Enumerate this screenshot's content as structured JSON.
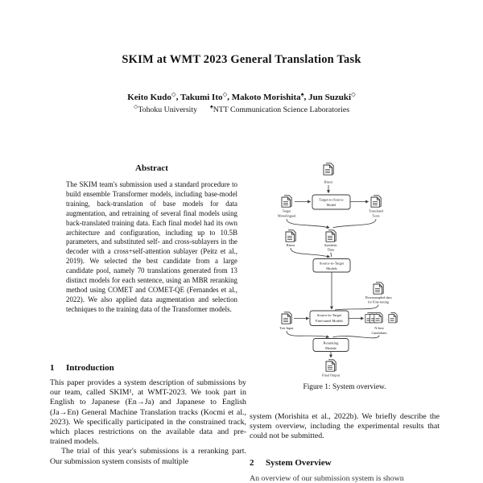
{
  "paper": {
    "title": "SKIM at WMT 2023 General Translation Task",
    "author_sep": ", ",
    "authors": [
      {
        "name": "Keito Kudo",
        "symbol": "◇"
      },
      {
        "name": "Takumi Ito",
        "symbol": "◇"
      },
      {
        "name": "Makoto Morishita",
        "symbol": "♠"
      },
      {
        "name": "Jun Suzuki",
        "symbol": "◇"
      }
    ],
    "affiliations": [
      {
        "symbol": "◇",
        "name": "Tohoku University"
      },
      {
        "symbol": "♠",
        "name": "NTT Communication Science Laboratories"
      }
    ]
  },
  "abstract": {
    "heading": "Abstract",
    "text": "The SKIM team's submission used a standard procedure to build ensemble Transformer models, including base-model training, back-translation of base models for data augmentation, and retraining of several final models using back-translated training data. Each final model had its own architecture and configuration, including up to 10.5B parameters, and substituted self- and cross-sublayers in the decoder with a cross+self-attention sublayer (Peitz et al., 2019). We selected the best candidate from a large candidate pool, namely 70 translations generated from 13 distinct models for each sentence, using an MBR reranking method using COMET and COMET-QE (Fernandes et al., 2022). We also applied data augmentation and selection techniques to the training data of the Transformer models."
  },
  "sections": {
    "introduction": {
      "number": "1",
      "heading": "Introduction",
      "para1": "This paper provides a system description of submissions by our team, called SKIM¹, at WMT-2023. We took part in English to Japanese (En→Ja) and Japanese to English (Ja→En) General Machine Translation tracks (Kocmi et al., 2023). We specifically participated in the constrained track, which places restrictions on the available data and pre-trained models.",
      "para2": "The trial of this year's submissions is a reranking part. Our submission system consists of multiple"
    },
    "system_overview": {
      "number": "2",
      "heading": "System Overview",
      "para_partial": "An overview of our submission system is shown"
    }
  },
  "right_column": {
    "para_before_heading": "system (Morishita et al., 2022b). We briefly describe the system overview, including the experimental results that could not be submitted."
  },
  "figure": {
    "caption": "Figure 1: System overview.",
    "nodes": {
      "bitext_top": "Bitext",
      "t2s_model": [
        "Target-to-Source",
        "Model"
      ],
      "target_mono": [
        "Target",
        "Monolingual"
      ],
      "translated": [
        "Translated",
        "Texts"
      ],
      "bitext_mid": "Bitext",
      "synthetic": [
        "Synthetic",
        "Data"
      ],
      "s2t_models": [
        "Source-to-Target",
        "Models"
      ],
      "downsampled": [
        "Downsampled data",
        "for Fine-tuning"
      ],
      "test_input": "Test Input",
      "ft_models": [
        "Source-to-Target",
        "Fine-tuned Models"
      ],
      "ellipsis": "…",
      "nbest": [
        "N-best",
        "Candidates"
      ],
      "reranking": [
        "Reranking",
        "Module"
      ],
      "final_output": "Final Output"
    }
  }
}
